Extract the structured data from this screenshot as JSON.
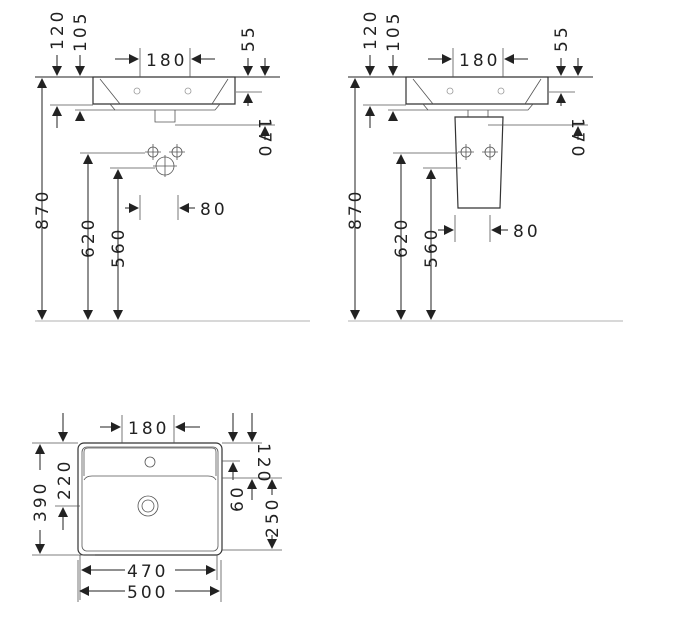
{
  "side_view": {
    "labels": {
      "d120": "120",
      "d105": "105",
      "d180": "180",
      "d55": "55",
      "d170": "170",
      "d870": "870",
      "d620": "620",
      "d560": "560",
      "d80": "80"
    }
  },
  "pedestal_view": {
    "labels": {
      "d120": "120",
      "d105": "105",
      "d180": "180",
      "d55": "55",
      "d170": "170",
      "d870": "870",
      "d620": "620",
      "d560": "560",
      "d80": "80"
    }
  },
  "top_view": {
    "labels": {
      "d180": "180",
      "d390": "390",
      "d220": "220",
      "d120": "120",
      "d60": "60",
      "d250": "250",
      "d470": "470",
      "d500": "500"
    }
  }
}
